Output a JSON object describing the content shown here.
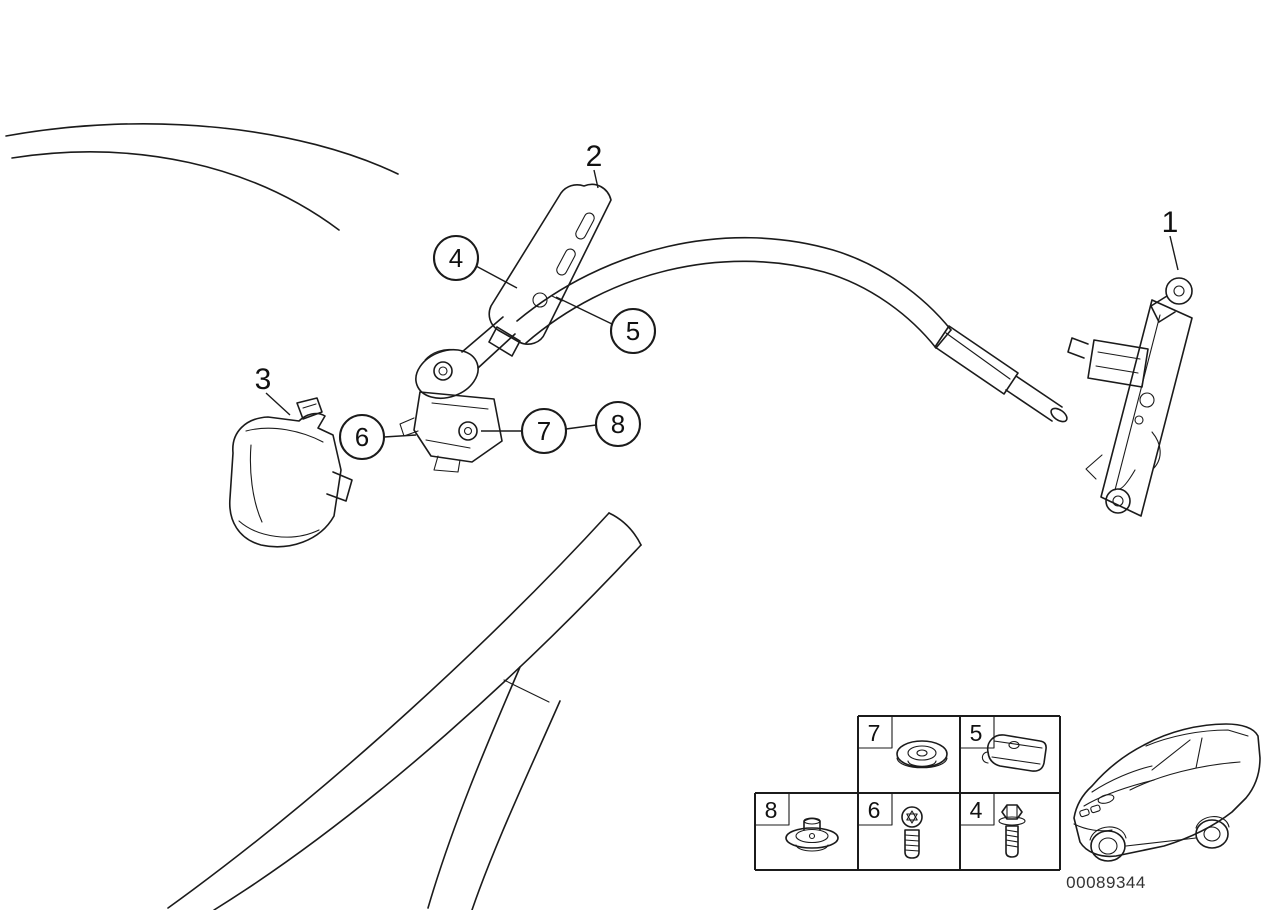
{
  "page": {
    "background_color": "#ffffff",
    "line_color": "#1b1b1b"
  },
  "callouts": {
    "plain": [
      {
        "label": "1"
      },
      {
        "label": "2"
      },
      {
        "label": "3"
      }
    ],
    "circled": [
      {
        "label": "4"
      },
      {
        "label": "5"
      },
      {
        "label": "6"
      },
      {
        "label": "7"
      },
      {
        "label": "8"
      }
    ]
  },
  "legend": {
    "cells": [
      {
        "label": "7",
        "icon": "grommet-icon"
      },
      {
        "label": "5",
        "icon": "spring-clip-icon"
      },
      {
        "label": "8",
        "icon": "expanding-rivet-icon"
      },
      {
        "label": "6",
        "icon": "torx-screw-icon"
      },
      {
        "label": "4",
        "icon": "hex-flange-bolt-icon"
      }
    ]
  },
  "footer": {
    "part_number": "00089344"
  }
}
